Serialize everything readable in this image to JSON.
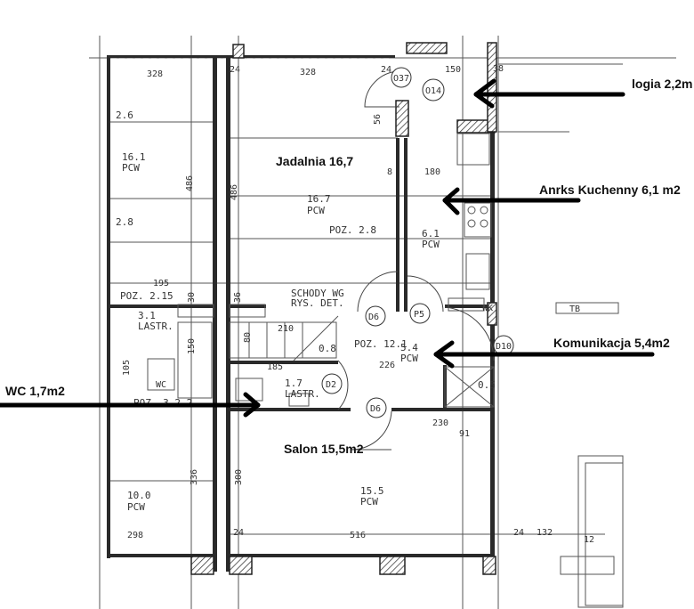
{
  "annotations": {
    "logia": "logia 2,2m",
    "kitchen": "Anrks Kuchenny 6,1 m2",
    "dining": "Jadalnia 16,7",
    "corridor": "Komunikacja 5,4m2",
    "wc": "WC 1,7m2",
    "salon": "Salon 15,5m2"
  },
  "rooms": {
    "left_top": {
      "area": "16.1",
      "floor": "PCW"
    },
    "dining": {
      "area": "16.7",
      "floor": "PCW",
      "poz": "POZ. 2.8"
    },
    "kitchen": {
      "area": "6.1",
      "floor": "PCW"
    },
    "bath": {
      "area": "3.1",
      "floor": "LASTR."
    },
    "corridor": {
      "area": "5.4",
      "floor": "PCW",
      "poz": "POZ. 12.1"
    },
    "wc": {
      "area": "1.7",
      "floor": "LASTR."
    },
    "salon": {
      "area": "15.5",
      "floor": "PCW"
    },
    "left_bottom": {
      "area": "10.0",
      "floor": "PCW"
    },
    "closet": {
      "area": "0.5"
    },
    "stair_area": {
      "area": "0.8"
    }
  },
  "notes": {
    "stairs": "SCHODY WG",
    "stairs2": "RYS. DET.",
    "poz_215": "POZ. 2.15",
    "poz_322": "POZ. 3.2.2",
    "poz_26": "2.6",
    "poz_28": "2.8"
  },
  "dimensions": {
    "d328a": "328",
    "d328b": "328",
    "d486a": "486",
    "d486b": "486",
    "d195": "195",
    "d150a": "150",
    "d150b": "150",
    "d180": "180",
    "d24a": "24",
    "d24b": "24",
    "d24c": "24",
    "d24d": "24",
    "d56": "56",
    "d38": "38",
    "d8": "8",
    "d185": "185",
    "d226": "226",
    "d230": "230",
    "d91": "91",
    "d300": "300",
    "d336": "336",
    "d298": "298",
    "d516": "516",
    "d132": "132",
    "d12": "12",
    "d105": "105",
    "d210": "210",
    "d80": "80",
    "d30": "30",
    "d36": "36"
  },
  "tags": {
    "D6a": "D6",
    "P5": "P5",
    "D2": "D2",
    "D6b": "D6",
    "D10": "D10",
    "O14": "O14",
    "O37": "O37",
    "WC": "WC",
    "TB": "TB",
    "WK": "WK"
  }
}
